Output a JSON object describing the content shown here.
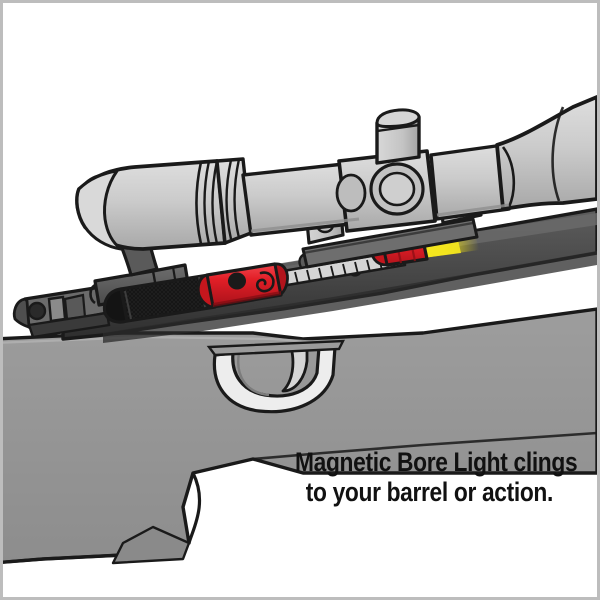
{
  "image": {
    "kind": "product-illustration",
    "subject": "bolt-action rifle with riflescope and magnetic bore light",
    "background_color": "#ffffff",
    "border_color": "#bdbdbd"
  },
  "caption": {
    "line1": "Magnetic Bore Light clings",
    "line2": "to your barrel or action.",
    "color": "#111111",
    "align": "right"
  },
  "palette": {
    "white": "#ffffff",
    "outline": "#1a1a1a",
    "scope_light_gray": "#c9c9c9",
    "scope_mid_gray": "#b4b4b4",
    "scope_shadow_gray": "#9a9a9a",
    "stock_gray": "#949494",
    "stock_dark_gray": "#7f7f7f",
    "receiver_dark": "#3c3c3c",
    "receiver_mid": "#5a5a5a",
    "barrel_black": "#1f1f1f",
    "bolt_gray": "#5e5e5e",
    "light_red": "#e21f27",
    "light_red_dark": "#b71218",
    "light_red_light": "#f04049",
    "glow_yellow": "#f2e21a",
    "grip_black": "#161616"
  },
  "parts": [
    {
      "name": "riflescope-objective-bell",
      "color": "#c9c9c9"
    },
    {
      "name": "riflescope-tube",
      "color": "#c9c9c9"
    },
    {
      "name": "riflescope-turret-housing",
      "color": "#c9c9c9"
    },
    {
      "name": "riflescope-elevation-turret",
      "color": "#c9c9c9"
    },
    {
      "name": "riflescope-windage-turret",
      "color": "#b4b4b4"
    },
    {
      "name": "riflescope-eyepiece",
      "color": "#c9c9c9"
    },
    {
      "name": "scope-ring-front",
      "color": "#c9c9c9"
    },
    {
      "name": "scope-ring-rear",
      "color": "#c9c9c9"
    },
    {
      "name": "rifle-barrel",
      "color": "#1f1f1f"
    },
    {
      "name": "rifle-receiver",
      "color": "#4a4a4a"
    },
    {
      "name": "bolt-handle",
      "color": "#5e5e5e"
    },
    {
      "name": "bolt-body",
      "color": "#6a6a6a"
    },
    {
      "name": "serrated-rail",
      "color": "#d0d0d0"
    },
    {
      "name": "trigger-guard",
      "color": "#949494"
    },
    {
      "name": "trigger",
      "color": "#d8d8d8"
    },
    {
      "name": "rifle-stock",
      "color": "#949494"
    },
    {
      "name": "bore-light-barrel-grip",
      "color": "#161616"
    },
    {
      "name": "bore-light-barrel-head",
      "color": "#e21f27"
    },
    {
      "name": "bore-light-barrel-button",
      "color": "#1a1a1a"
    },
    {
      "name": "bore-light-action-head",
      "color": "#e21f27"
    },
    {
      "name": "bore-light-beam-glow",
      "color": "#f2e21a"
    }
  ]
}
